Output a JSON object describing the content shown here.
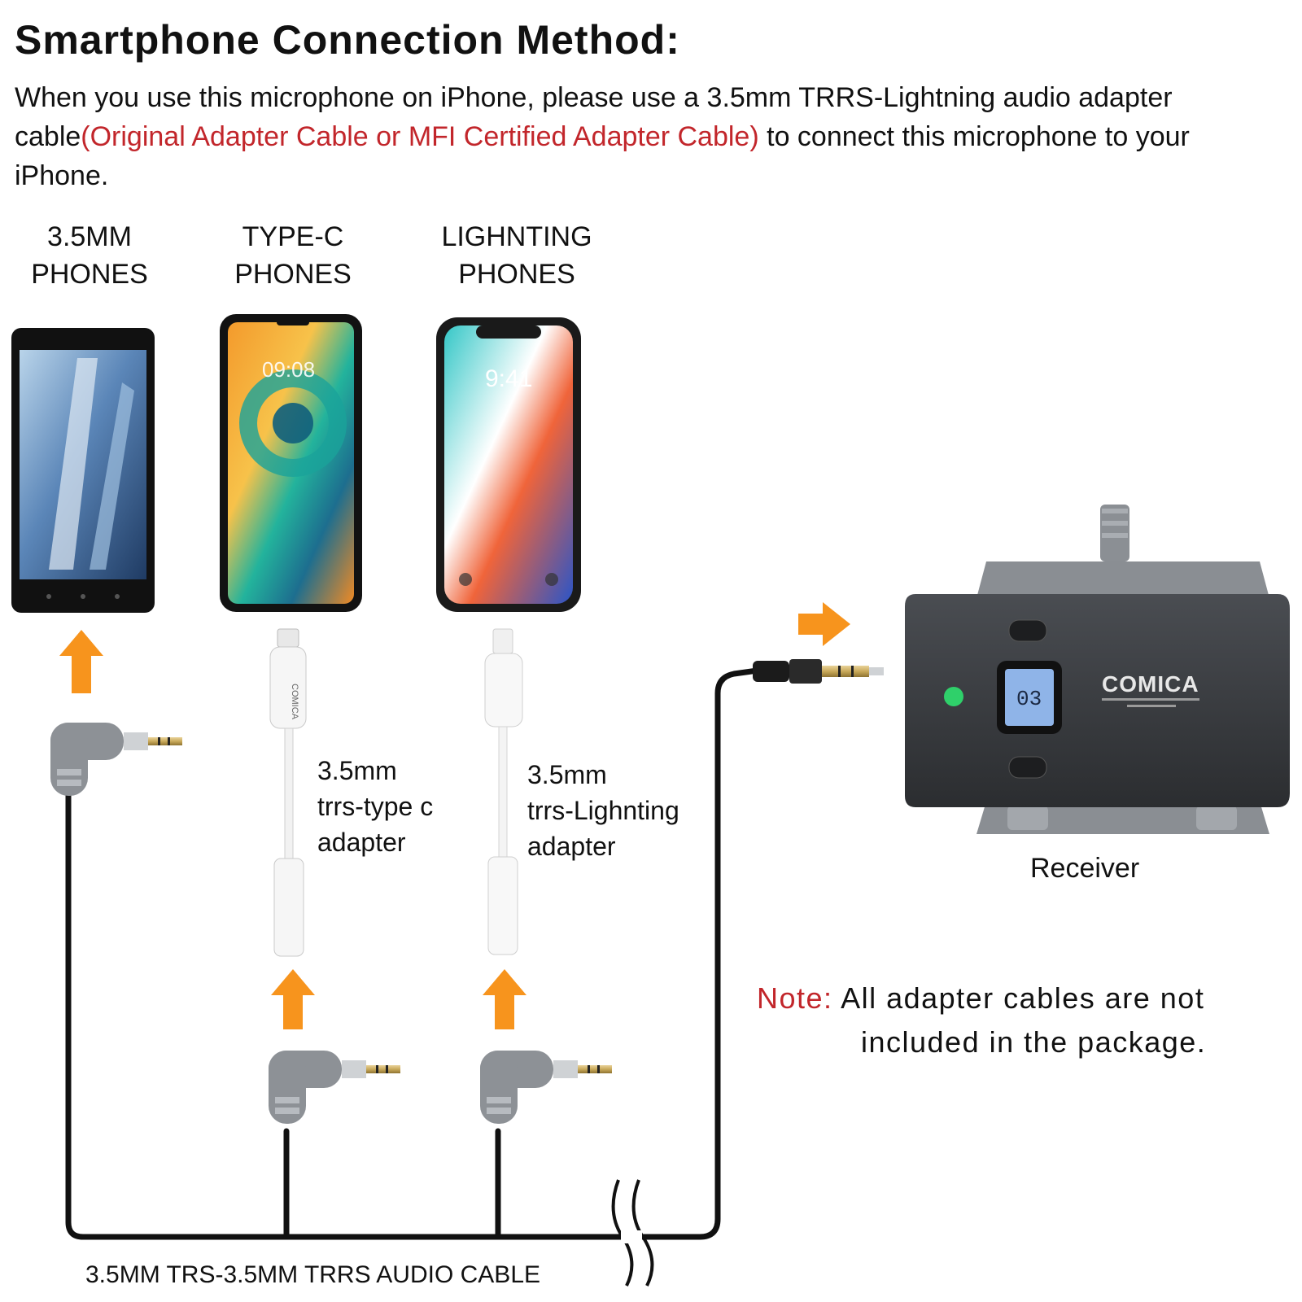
{
  "title": "Smartphone Connection Method:",
  "intro": {
    "before": "When you use this microphone on iPhone, please use a 3.5mm TRRS-Lightning audio adapter cable",
    "highlight": "(Original Adapter Cable or MFI Certified Adapter Cable)",
    "after": " to connect this microphone to your iPhone."
  },
  "phones": [
    {
      "line1": "3.5MM",
      "line2": "PHONES"
    },
    {
      "line1": "TYPE-C",
      "line2": "PHONES",
      "clock": "09:08"
    },
    {
      "line1": "LIGHNTING",
      "line2": "PHONES",
      "clock": "9:41"
    }
  ],
  "adapters": [
    {
      "line1": "3.5mm",
      "line2": "trrs-type c",
      "line3": "adapter"
    },
    {
      "line1": "3.5mm",
      "line2": "trrs-Lighnting",
      "line3": "adapter"
    }
  ],
  "receiver": {
    "label": "Receiver",
    "brand": "COMICA",
    "display": "03"
  },
  "note": {
    "keyword": "Note:",
    "line1": "All adapter cables are not",
    "line2": "included in the package."
  },
  "cable_label": "3.5MM TRS-3.5MM TRRS AUDIO CABLE",
  "colors": {
    "arrow": "#f7941d",
    "highlight_text": "#c2262b",
    "led": "#2fd06a",
    "lcd": "#8fb4e8"
  }
}
